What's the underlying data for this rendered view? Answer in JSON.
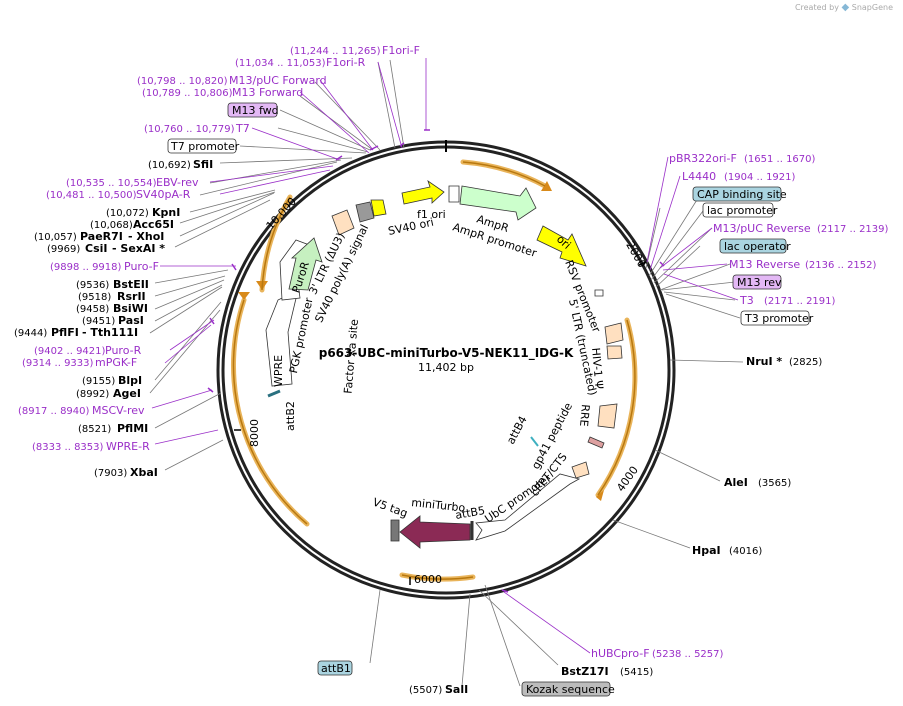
{
  "brand": {
    "created_by": "Created by",
    "name": "SnapGene"
  },
  "plasmid": {
    "name": "p663-UBC-miniTurbo-V5-NEK11_IDG-K",
    "size": "11,402 bp"
  },
  "ticks": [
    "2000",
    "4000",
    "6000",
    "8000",
    "10,000"
  ],
  "enzymes": [
    {
      "name": "NruI *",
      "pos": "(2825)"
    },
    {
      "name": "AleI",
      "pos": "(3565)"
    },
    {
      "name": "HpaI",
      "pos": "(4016)"
    },
    {
      "name": "BstZ17I",
      "pos": "(5415)"
    },
    {
      "name": "SalI",
      "pos": "(5507)"
    },
    {
      "name": "XbaI",
      "pos": "(7903)"
    },
    {
      "name": "PflMI",
      "pos": "(8521)"
    },
    {
      "name": "AgeI",
      "pos": "(8992)"
    },
    {
      "name": "BlpI",
      "pos": "(9155)"
    },
    {
      "name": "PflFI",
      "pos": "(9444)",
      "extra": "-  Tth111I"
    },
    {
      "name": "PasI",
      "pos": "(9451)"
    },
    {
      "name": "BsiWI",
      "pos": "(9458)"
    },
    {
      "name": "RsrII",
      "pos": "(9518)"
    },
    {
      "name": "BstEII",
      "pos": "(9536)"
    },
    {
      "name": "CsiI",
      "pos": "(9969)",
      "extra": "-  SexAI *"
    },
    {
      "name": "PaeR7I",
      "pos": "(10,057)",
      "extra": "-  XhoI"
    },
    {
      "name": "Acc65I",
      "pos": "(10,068)"
    },
    {
      "name": "KpnI",
      "pos": "(10,072)"
    },
    {
      "name": "SfiI",
      "pos": "(10,692)"
    }
  ],
  "primers": [
    {
      "name": "F1ori-F",
      "pos": "(11,244 .. 11,265)"
    },
    {
      "name": "F1ori-R",
      "pos": "(11,034 .. 11,053)"
    },
    {
      "name": "M13/pUC Forward",
      "pos": "(10,798 .. 10,820)"
    },
    {
      "name": "M13 Forward",
      "pos": "(10,789 .. 10,806)"
    },
    {
      "name": "T7",
      "pos": "(10,760 .. 10,779)"
    },
    {
      "name": "EBV-rev",
      "pos": "(10,535 .. 10,554)"
    },
    {
      "name": "SV40pA-R",
      "pos": "(10,481 .. 10,500)"
    },
    {
      "name": "Puro-F",
      "pos": "(9898 .. 9918)"
    },
    {
      "name": "Puro-R",
      "pos": "(9402 .. 9421)"
    },
    {
      "name": "mPGK-F",
      "pos": "(9314 .. 9333)"
    },
    {
      "name": "MSCV-rev",
      "pos": "(8917 .. 8940)"
    },
    {
      "name": "WPRE-R",
      "pos": "(8333 .. 8353)"
    },
    {
      "name": "pBR322ori-F",
      "pos": "(1651 .. 1670)"
    },
    {
      "name": "L4440",
      "pos": "(1904 .. 1921)"
    },
    {
      "name": "M13/pUC Reverse",
      "pos": "(2117 .. 2139)"
    },
    {
      "name": "M13 Reverse",
      "pos": "(2136 .. 2152)"
    },
    {
      "name": "T3",
      "pos": "(2171 .. 2191)"
    },
    {
      "name": "hUBCpro-F",
      "pos": "(5238 .. 5257)"
    }
  ],
  "boxes": {
    "m13fwd": "M13 fwd",
    "t7prom": "T7 promoter",
    "cap": "CAP binding site",
    "lacprom": "lac promoter",
    "lacop": "lac operator",
    "m13rev": "M13 rev",
    "t3prom": "T3 promoter",
    "attb1": "attB1",
    "kozak": "Kozak sequence"
  },
  "features": {
    "f1ori": "f1 ori",
    "ampr": "AmpR",
    "ampr_prom": "AmpR promoter",
    "ori": "ori",
    "rsv": "RSV promoter",
    "ltr5": "5' LTR (truncated)",
    "hiv": "HIV-1 Ψ",
    "rre": "RRE",
    "gp41": "gp41 peptide",
    "attb4": "attB4",
    "cppt": "cPPT/CTS",
    "ubc": "UbC promoter",
    "attb5": "attB5",
    "miniturbo": "miniTurbo",
    "v5": "V5 tag",
    "attb2": "attB2",
    "wpre": "WPRE",
    "pgk": "PGK promoter",
    "puror": "PuroR",
    "ltr3": "3' LTR (ΔU3)",
    "sv40pa": "SV40 poly(A) signal",
    "sv40ori": "SV40 ori",
    "factor_xa": "Factor Xa site"
  },
  "colors": {
    "backbone": "#222222",
    "primer": "#9a2fc8",
    "orange_arc": "#e09a27",
    "f1ori": "#ffff00",
    "ampr": "#ccffcc",
    "puror": "#c6f0c0",
    "miniturbo": "#8b2a55",
    "cap_box": "#aad4e0",
    "m13_box": "#e3b8f5",
    "kozak_box": "#bcbcbc",
    "misc_feature": "#ffe0c0"
  }
}
